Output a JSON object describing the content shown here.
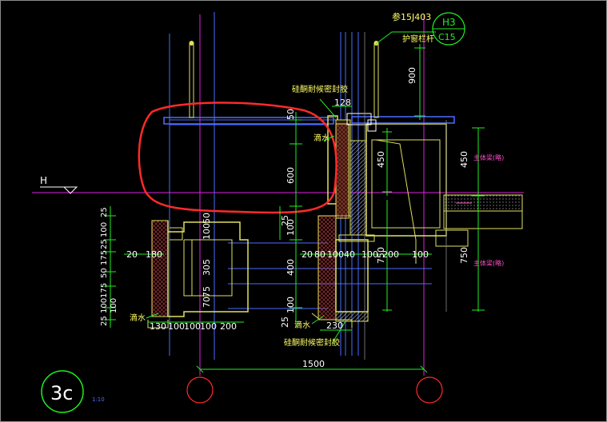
{
  "colors": {
    "background": "#000000",
    "dimension_text": "#ffffff",
    "annotation_yellow": "#ffff66",
    "green": "#22ee22",
    "blue": "#4d6cff",
    "magenta": "#e020e0",
    "pink_text": "#ff4fc8",
    "red": "#ff2a2a",
    "gray": "#bfbfbf",
    "dark_red": "#a63a3a"
  },
  "notes": {
    "ref_detail": "参15J403",
    "railing": "护窗栏杆",
    "sealant_top": "硅酮耐候密封胶",
    "sealant_bottom": "硅酮耐候密封胶",
    "drip_1": "滴水",
    "drip_2": "滴水",
    "drip_3": "滴水",
    "beam_top": "主体梁(略)",
    "beam_bottom": "主体梁(略)",
    "h_label": "H",
    "scale_note": "1:10"
  },
  "callout": {
    "top": "H3",
    "bottom": "C15"
  },
  "detail": {
    "label": "3c"
  },
  "dimensions": {
    "d900": "900",
    "d128": "128",
    "d50": "50",
    "d450a": "450",
    "d450b": "450",
    "d600": "600",
    "d25a": "25",
    "d100a": "100",
    "d100b": "100",
    "d400": "400",
    "d100c": "100",
    "d750a": "750",
    "d750b": "750",
    "d1500": "1500",
    "d230": "230",
    "d25_right": "25",
    "d305": "305",
    "d75": "75",
    "d70": "70",
    "d50v": "50",
    "d20a": "20",
    "d180": "180",
    "d20b": "20",
    "d80": "80",
    "d100d": "100",
    "d40": "40",
    "d100e": "100",
    "d200_mid": "200",
    "d100_right": "100",
    "row_130": "130",
    "row_100a": "100",
    "row_100b": "100",
    "row_100c": "100",
    "row_200": "200",
    "left_25a": "25",
    "left_100a": "100",
    "left_25b": "25",
    "left_175a": "175",
    "left_50": "50",
    "left_175b": "175",
    "left_100b": "100",
    "left_25c": "25",
    "left_100c": "100"
  }
}
